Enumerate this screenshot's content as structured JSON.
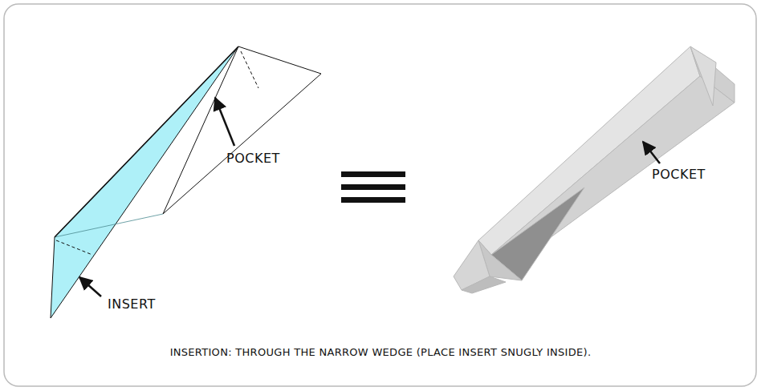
{
  "diagram": {
    "caption": "INSERTION: THROUGH THE NARROW WEDGE (PLACE INSERT SNUGLY INSIDE).",
    "labels": [
      "POCKET",
      "INSERT",
      "POCKET"
    ]
  }
}
